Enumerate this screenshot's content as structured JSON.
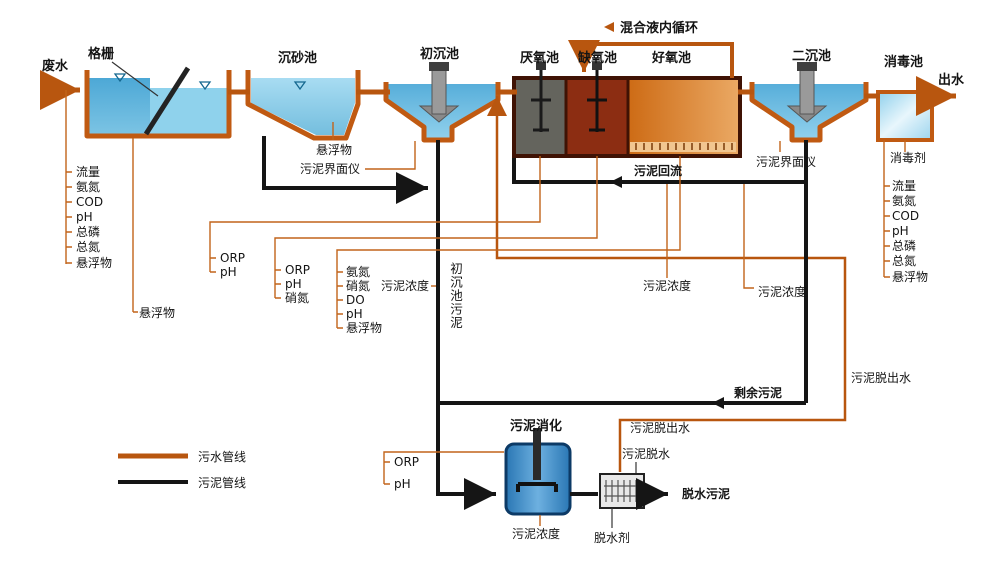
{
  "flow": {
    "influent": "废水",
    "effluent": "出水"
  },
  "units": {
    "screen": "格栅",
    "grit_chamber": "沉砂池",
    "primary_clarifier": "初沉池",
    "anaerobic": "厌氧池",
    "anoxic": "缺氧池",
    "aerobic": "好氧池",
    "secondary_clarifier": "二沉池",
    "disinfection": "消毒池",
    "digester": "污泥消化"
  },
  "streams": {
    "internal_recycle": "混合液内循环",
    "sludge_return": "污泥回流",
    "excess_sludge": "剩余污泥",
    "primary_sludge": "初沉池污泥",
    "filtrate_right": "污泥脱出水",
    "filtrate_mid": "污泥脱出水",
    "sludge_dewatering": "污泥脱水",
    "dewatered_sludge": "脱水污泥",
    "dewatering_agent": "脱水剂",
    "disinfectant": "消毒剂"
  },
  "sensors": {
    "influent": [
      "流量",
      "氨氮",
      "COD",
      "pH",
      "总磷",
      "总氮",
      "悬浮物"
    ],
    "effluent": [
      "流量",
      "氨氮",
      "COD",
      "pH",
      "总磷",
      "总氮",
      "悬浮物"
    ],
    "screen_tank_ss": "悬浮物",
    "grit_ss": "悬浮物",
    "primary_interface": "污泥界面仪",
    "secondary_interface": "污泥界面仪",
    "anaerobic": [
      "ORP",
      "pH"
    ],
    "anoxic": [
      "ORP",
      "pH",
      "硝氮"
    ],
    "aerobic": [
      "氨氮",
      "硝氮",
      "DO",
      "pH",
      "悬浮物"
    ],
    "digester": [
      "ORP",
      "pH"
    ],
    "conc_primary": "污泥浓度",
    "conc_return": "污泥浓度",
    "conc_secondary": "污泥浓度",
    "conc_digester": "污泥浓度"
  },
  "legend": {
    "sewage_line": "污水管线",
    "sludge_line": "污泥管线"
  },
  "colors": {
    "sewage": "#b8560f",
    "sludge": "#151515"
  }
}
